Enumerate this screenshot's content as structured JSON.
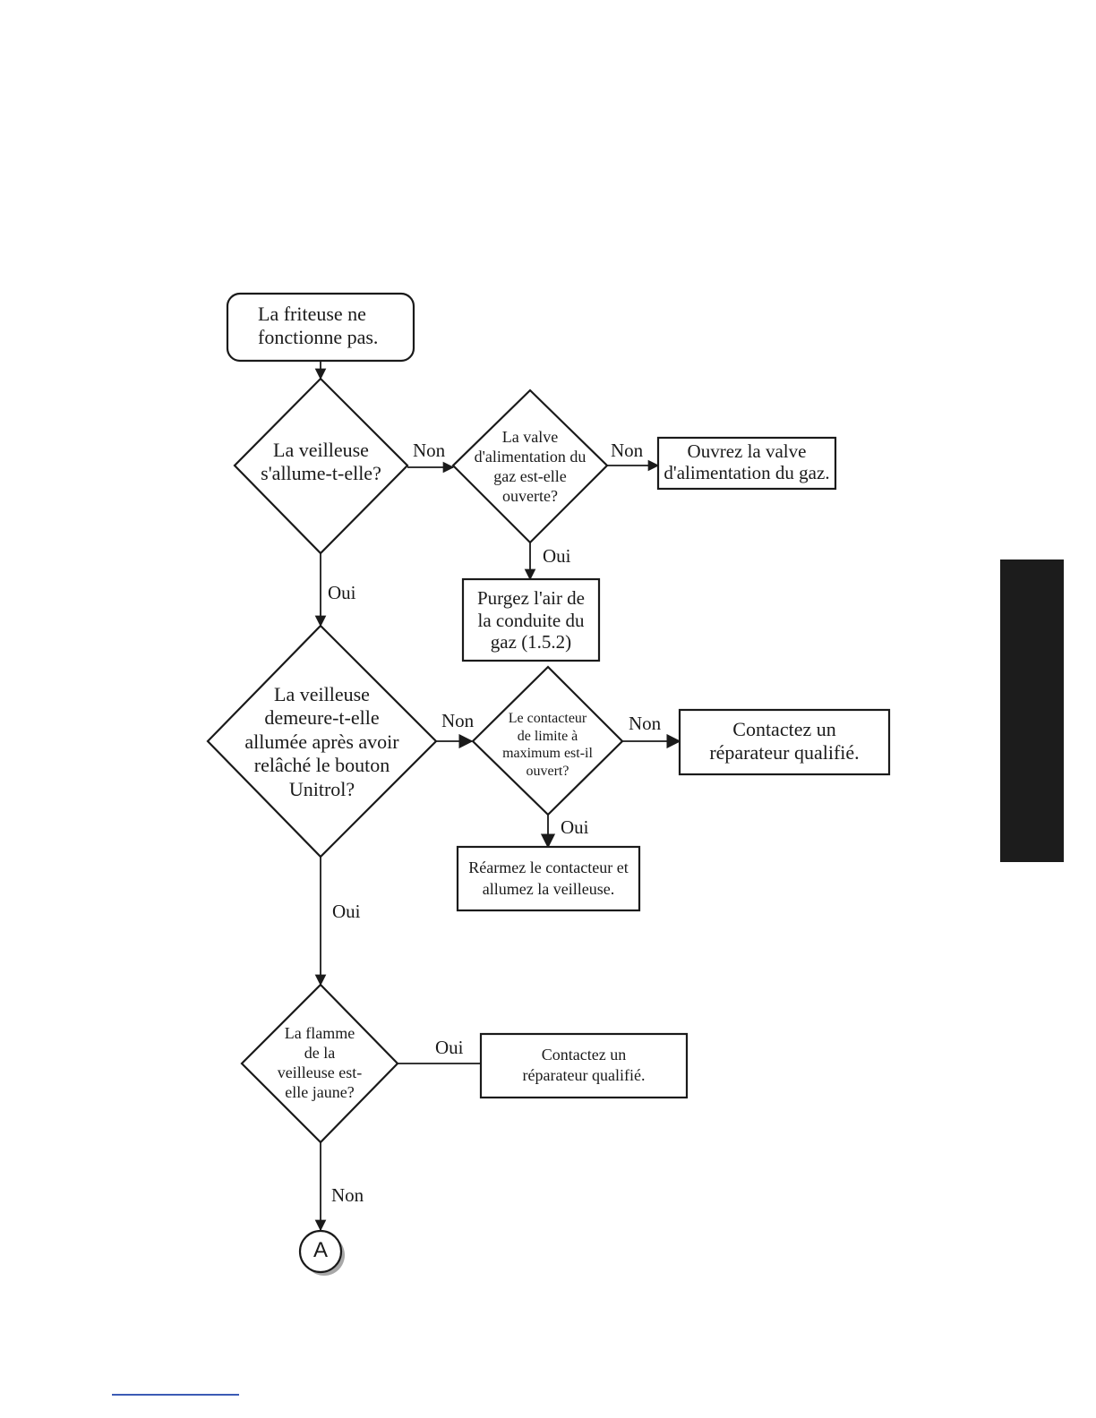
{
  "nodes": {
    "start": {
      "lines": [
        "La friteuse ne",
        "fonctionne pas."
      ]
    },
    "q_pilot_lights": {
      "lines": [
        "La veilleuse",
        "s'allume-t-elle?"
      ]
    },
    "q_gas_valve_open": {
      "lines": [
        "La valve",
        "d'alimentation du",
        "gaz est-elle",
        "ouverte?"
      ]
    },
    "a_open_gas_valve": {
      "lines": [
        "Ouvrez la valve",
        "d'alimentation du gaz."
      ]
    },
    "a_purge_air": {
      "lines": [
        "Purgez l'air de",
        "la conduite du",
        "gaz (1.5.2)"
      ]
    },
    "q_pilot_stays_lit": {
      "lines": [
        "La veilleuse",
        "demeure-t-elle",
        "allumée après avoir",
        "relâché le bouton",
        "Unitrol?"
      ]
    },
    "q_high_limit_open": {
      "lines": [
        "Le contacteur",
        "de limite à",
        "maximum est-il",
        "ouvert?"
      ]
    },
    "a_contact_technician_1": {
      "lines": [
        "Contactez un",
        "réparateur qualifié."
      ]
    },
    "a_reset_switch": {
      "lines": [
        "Réarmez le contacteur et",
        "allumez la veilleuse."
      ]
    },
    "q_flame_yellow": {
      "lines": [
        "La flamme",
        "de la",
        "veilleuse est-",
        "elle jaune?"
      ]
    },
    "a_contact_technician_2": {
      "lines": [
        "Contactez un",
        "réparateur qualifié."
      ]
    },
    "connector_a": {
      "label": "A"
    }
  },
  "edges": {
    "pilot_to_valve": "Non",
    "valve_to_open": "Non",
    "valve_to_purge": "Oui",
    "pilot_to_stays": "Oui",
    "stays_to_limit": "Non",
    "limit_to_contact": "Non",
    "limit_to_reset": "Oui",
    "stays_to_flame": "Oui",
    "flame_to_contact": "Oui",
    "flame_to_a": "Non"
  }
}
